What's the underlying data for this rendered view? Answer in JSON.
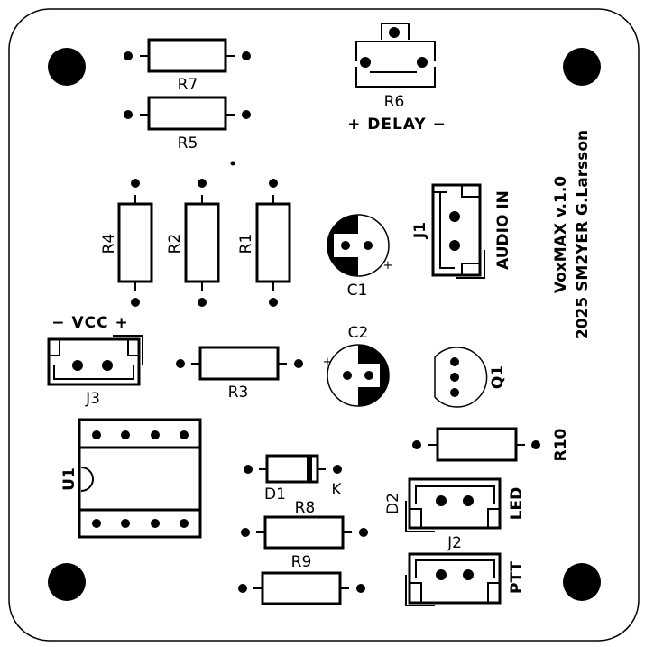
{
  "board": {
    "title": "VoxMAX v.1.0",
    "credit": "2025 SM2YER G.Larsson",
    "ink_color": "#000000",
    "background_color": "#ffffff"
  },
  "components": {
    "r7": "R7",
    "r5": "R5",
    "r6": "R6",
    "r4": "R4",
    "r2": "R2",
    "r1": "R1",
    "r3": "R3",
    "r8": "R8",
    "r9": "R9",
    "r10": "R10",
    "c1": "C1",
    "c2": "C2",
    "c_plus": "+",
    "j1": "J1",
    "j2": "J2",
    "j3": "J3",
    "q1": "Q1",
    "u1": "U1",
    "d1": "D1",
    "d2": "D2",
    "k": "K"
  },
  "labels": {
    "delay": "+ DELAY −",
    "audio_in": "AUDIO IN",
    "vcc": "− VCC +",
    "led": "LED",
    "ptt": "PTT"
  }
}
